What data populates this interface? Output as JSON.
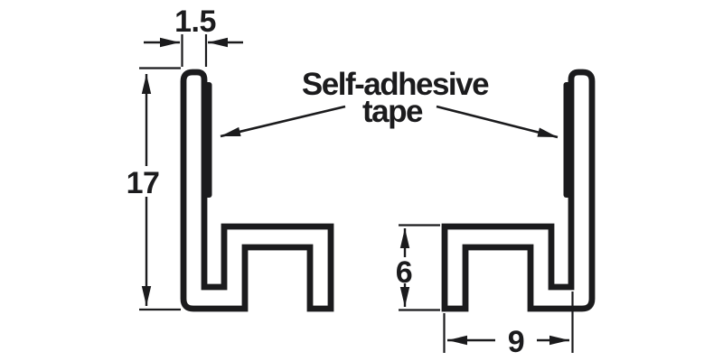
{
  "label": {
    "line1": "Self-adhesive",
    "line2": "tape"
  },
  "dimensions": {
    "tape_thickness_mm": "1.5",
    "profile_height_mm": "17",
    "channel_height_mm": "6",
    "channel_width_mm": "9"
  },
  "colors": {
    "ink": "#1b1b1d",
    "background": "#ffffff"
  },
  "icons": {
    "dimension_arrow": "solid-triangle-arrowhead",
    "leader_arrow": "solid-triangle-arrowhead"
  }
}
